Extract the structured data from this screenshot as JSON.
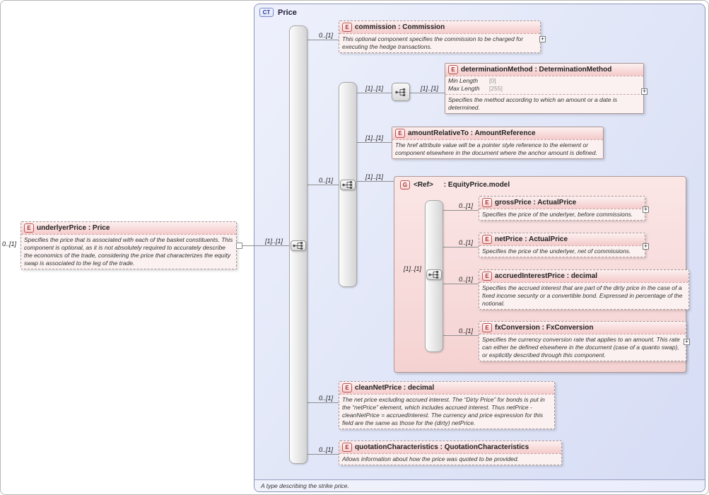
{
  "badges": {
    "element": "E",
    "group": "G",
    "complex_type": "CT"
  },
  "icons": {
    "plus": "+"
  },
  "ct": {
    "title": "Price",
    "footer": "A type describing the strike price."
  },
  "underlyerPrice": {
    "cardinality": "0..[1]",
    "title": "underlyerPrice : Price",
    "annotation": "Specifies the price that is associated with each of the basket constituents. This component is optional, as it is not absolutely required to accurately describe the economics of the trade, considering the price that characterizes the equity swap is associated to the leg of the trade."
  },
  "compositors": {
    "root": {
      "cardinality": "[1]..[1]"
    },
    "inner": {
      "cardinality": "0..[1]"
    },
    "determination_link": {
      "cardinality": "[1]..[1]"
    },
    "group_model": {
      "cardinality": "[1]..[1]"
    }
  },
  "group": {
    "cardinality": "[1]..[1]",
    "name": "<Ref>",
    "type": ": EquityPrice.model"
  },
  "elements": {
    "commission": {
      "cardinality": "0..[1]",
      "title": "commission : Commission",
      "annotation": "This optional component specifies the commission to be charged for executing the hedge transactions."
    },
    "determinationMethod": {
      "cardinality": "[1]..[1]",
      "title": "determinationMethod : DeterminationMethod",
      "facets": [
        {
          "name": "Min Length",
          "value": "[0]"
        },
        {
          "name": "Max Length",
          "value": "[255]"
        }
      ],
      "annotation": "Specifies the method according to which an amount or a date is determined."
    },
    "amountRelativeTo": {
      "cardinality": "[1]..[1]",
      "title": "amountRelativeTo : AmountReference",
      "annotation": "The href attribute value will be a pointer style reference to the element or component elsewhere in the document where the anchor amount is defined."
    },
    "grossPrice": {
      "cardinality": "0..[1]",
      "title": "grossPrice : ActualPrice",
      "annotation": "Specifies the price of the underlyer, before commissions."
    },
    "netPrice": {
      "cardinality": "0..[1]",
      "title": "netPrice : ActualPrice",
      "annotation": "Specifies the price of the underlyer, net of commissions."
    },
    "accruedInterestPrice": {
      "cardinality": "0..[1]",
      "title": "accruedInterestPrice : decimal",
      "annotation": "Specifies the accrued interest that are part of the dirty price in the case of a fixed income security or a convertible bond. Expressed in percentage of the notional."
    },
    "fxConversion": {
      "cardinality": "0..[1]",
      "title": "fxConversion : FxConversion",
      "annotation": "Specifies the currency conversion rate that applies to an amount. This rate can either be defined elsewhere in the document (case of a quanto swap), or explicitly described through this component."
    },
    "cleanNetPrice": {
      "cardinality": "0..[1]",
      "title": "cleanNetPrice : decimal",
      "annotation": "The net price excluding accrued interest. The “Dirty Price” for bonds is put in the “netPrice” element, which includes accrued interest. Thus netPrice - cleanNetPrice = accruedInterest. The currency and price expression for this field are the same as those for the (dirty) netPrice."
    },
    "quotationCharacteristics": {
      "cardinality": "0..[1]",
      "title": "quotationCharacteristics : QuotationCharacteristics",
      "annotation": "Allows information about how the price was quoted to be provided."
    }
  }
}
